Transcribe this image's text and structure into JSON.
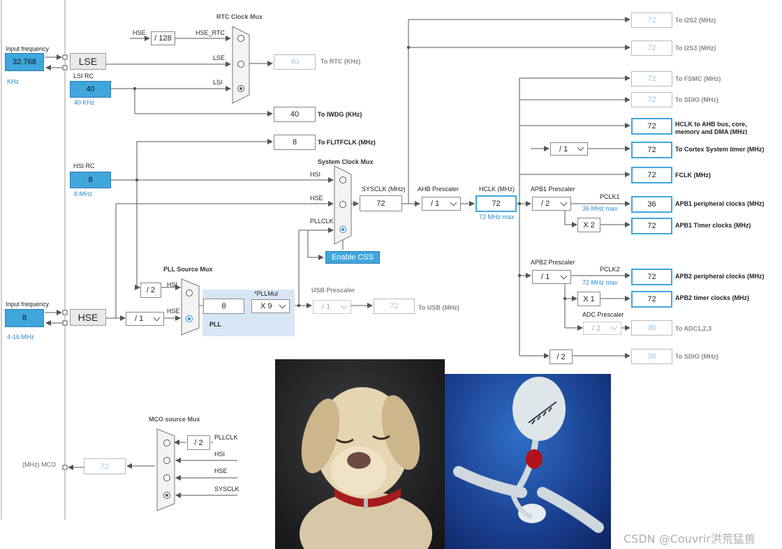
{
  "colors": {
    "accent": "#3fa7dc",
    "wire": "#555555",
    "panel": "#d7e6f5",
    "faint": "#9fc7e6"
  },
  "lse": {
    "freq_label": "Input frequency",
    "freq_value": "32.768",
    "freq_unit": "KHz",
    "block": "LSE"
  },
  "lsi": {
    "label": "LSI RC",
    "value": "40",
    "note": "40 KHz"
  },
  "hsi": {
    "label": "HSI RC",
    "value": "8",
    "note": "8 MHz"
  },
  "hse": {
    "freq_label": "Input frequency",
    "freq_value": "8",
    "freq_range": "4-16 MHz",
    "block": "HSE",
    "prediv": "/ 1"
  },
  "rtc_mux": {
    "title": "RTC Clock Mux",
    "hse_label": "HSE",
    "div128": "/ 128",
    "hse_rtc": "HSE_RTC",
    "lse": "LSE",
    "lsi": "LSI",
    "out_value": "40",
    "out_label": "To RTC (KHz)"
  },
  "iwdg": {
    "value": "40",
    "label": "To IWDG (KHz)"
  },
  "flitf": {
    "value": "8",
    "label": "To FLITFCLK (MHz)"
  },
  "sys_mux": {
    "title": "System Clock Mux",
    "hsi": "HSI",
    "hse": "HSE",
    "pllclk": "PLLCLK",
    "css_button": "Enable CSS"
  },
  "pll_mux": {
    "title": "PLL Source Mux",
    "div2": "/ 2",
    "hsi": "HSI",
    "hse": "HSE",
    "pll_in": "8",
    "mul_title": "*PLLMul",
    "mul_value": "X 9",
    "pll_label": "PLL"
  },
  "usb": {
    "title": "USB Prescaler",
    "div": "/ 1",
    "value": "72",
    "label": "To USB (MHz)"
  },
  "sysclk": {
    "title": "SYSCLK (MHz)",
    "value": "72"
  },
  "ahb": {
    "title": "AHB Prescaler",
    "value": "/ 1"
  },
  "hclk": {
    "title": "HCLK (MHz)",
    "value": "72",
    "note": "72 MHz max"
  },
  "apb1": {
    "title": "APB1 Prescaler",
    "value": "/ 2",
    "pclk": "PCLK1",
    "note": "36 MHz max",
    "timer_mul": "X 2"
  },
  "apb2": {
    "title": "APB2 Prescaler",
    "value": "/ 1",
    "pclk": "PCLK2",
    "note": "72 MHz max",
    "timer_mul": "X 1"
  },
  "adc": {
    "title": "ADC Prescaler",
    "value": "/ 2",
    "out_value": "36",
    "out_label": "To ADC1,2,3"
  },
  "sdio_div": {
    "value": "/ 2",
    "out_value": "36",
    "out_label": "To SDIO (MHz)"
  },
  "cortex": {
    "div": "/ 1"
  },
  "outputs": [
    {
      "value": "72",
      "label": "To I2S2 (MHz)"
    },
    {
      "value": "72",
      "label": "To I2S3 (MHz)"
    },
    {
      "value": "72",
      "label": "To FSMC (MHz)"
    },
    {
      "value": "72",
      "label": "To SDIO (MHz)"
    },
    {
      "value": "72",
      "label": "HCLK to AHB bus, core, memory and DMA (MHz)"
    },
    {
      "value": "72",
      "label": "To Cortex System timer (MHz)"
    },
    {
      "value": "72",
      "label": "FCLK (MHz)"
    },
    {
      "value": "36",
      "label": "APB1 peripheral clocks (MHz)"
    },
    {
      "value": "72",
      "label": "APB1 Timer clocks (MHz)"
    },
    {
      "value": "72",
      "label": "APB2 peripheral clocks (MHz)"
    },
    {
      "value": "72",
      "label": "APB2 timer clocks (MHz)"
    }
  ],
  "mco": {
    "title": "MCO source Mux",
    "div2": "/ 2",
    "pllclk": "PLLCLK",
    "hsi": "HSI",
    "hse": "HSE",
    "sysclk": "SYSCLK",
    "value": "72",
    "label": "(MHz) MCO"
  },
  "watermark": "CSDN @Couvrir洪荒猛兽"
}
